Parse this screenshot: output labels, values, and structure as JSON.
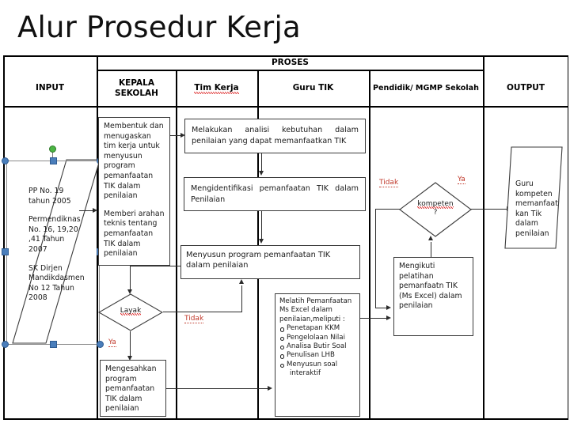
{
  "title": "Alur Prosedur Kerja",
  "table": {
    "headers": {
      "input": "INPUT",
      "proses": "PROSES",
      "output": "OUTPUT",
      "sub": [
        "KEPALA SEKOLAH",
        "Tim Kerja",
        "Guru TIK",
        "Pendidik/ MGMP Sekolah"
      ]
    }
  },
  "input_shape": {
    "lines": [
      "PP No. 19",
      "tahun 2005",
      "",
      "Permendiknas",
      "No. 16, 19,20",
      ",41 Tahun",
      "2007",
      "",
      "SK Dirjen",
      "Mandikdasmen",
      "No 12 Tahun",
      "2008"
    ]
  },
  "boxes": {
    "kepala_sekolah": {
      "para1": "Membentuk dan menugaskan tim kerja untuk menyusun program pemanfaatan TIK dalam penilaian",
      "para2": "Memberi arahan teknis tentang pemanfaatan TIK dalam penilaian"
    },
    "analisis": "Melakukan analisi kebutuhan dalam penilaian yang dapat memanfaatkan TIK",
    "identifikasi": "Mengidentifikasi pemanfaatan TIK dalam Penilaian",
    "menyusun": "Menyusun program pemanfaatan TIK dalam penilaian",
    "mengesahkan": "Mengesahkan program pemanfaatan TIK dalam penilaian",
    "melatih": {
      "intro": "Melatih Pemanfaatan Ms Excel dalam penilaian,meliputi :",
      "items": [
        "Penetapan KKM",
        "Pengelolaan Nilai",
        "Analisa Butir Soal",
        "Penulisan LHB",
        "Menyusun soal",
        "interaktif"
      ]
    },
    "mengikuti": "Mengikuti pelatihan pemanfaatn TIK (Ms Excel) dalam penilaian"
  },
  "decisions": {
    "layak": "Layak",
    "kompeten_line1": "kompeten",
    "kompeten_line2": "?"
  },
  "labels": {
    "ya_layak": "Ya",
    "tidak_layak": "Tidak",
    "ya_kompeten": "Ya",
    "tidak_kompeten": "Tidak"
  },
  "output_shape": {
    "lines": [
      "Guru",
      "kompeten",
      "memanfaat",
      "kan Tik",
      "dalam",
      "penilaian"
    ]
  },
  "colors": {
    "border": "#3b3b3b",
    "connector": "#2b2b2b",
    "label_red": "#c0392b",
    "handle_blue": "#4a7ebb",
    "handle_green": "#4bb543"
  }
}
